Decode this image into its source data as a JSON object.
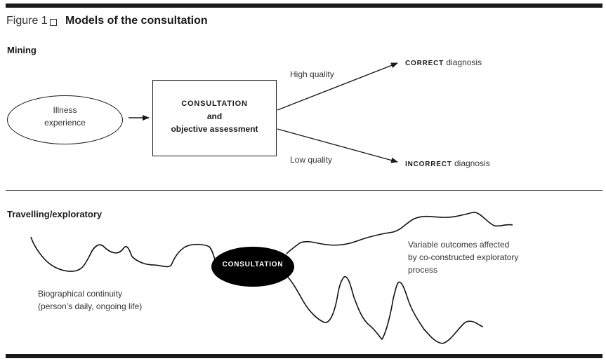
{
  "figure": {
    "label": "Figure 1",
    "title": "Models of the consultation"
  },
  "mining": {
    "section_label": "Mining",
    "illness_line1": "Illness",
    "illness_line2": "experience",
    "consult_line1": "CONSULTATION",
    "consult_line2": "and",
    "consult_line3": "objective assessment",
    "high_quality": "High quality",
    "low_quality": "Low quality",
    "correct_word": "CORRECT",
    "correct_rest": " diagnosis",
    "incorrect_word": "INCORRECT",
    "incorrect_rest": " diagnosis"
  },
  "travelling": {
    "section_label": "Travelling/exploratory",
    "consultation": "CONSULTATION",
    "bio_line1": "Biographical continuity",
    "bio_line2": "(person’s daily, ongoing life)",
    "var_line1": "Variable outcomes affected",
    "var_line2": "by co-constructed exploratory",
    "var_line3": "process"
  }
}
